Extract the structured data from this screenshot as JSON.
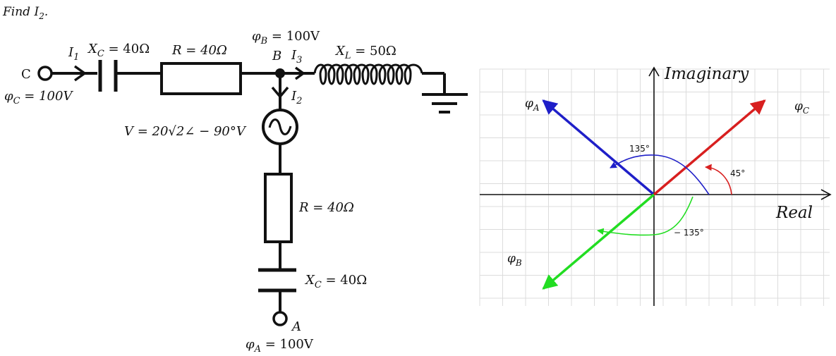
{
  "problem": {
    "find_label_pre": "Find I",
    "find_label_sub": "2",
    "find_label_post": "."
  },
  "circuit": {
    "node_c": {
      "letter": "C",
      "potential_sym": "φ",
      "potential_sub": "C",
      "potential_val": " = 100V"
    },
    "node_b": {
      "letter": "B",
      "potential_sym": "φ",
      "potential_sub": "B",
      "potential_val": " = 100V"
    },
    "node_a": {
      "letter": "A",
      "potential_sym": "φ",
      "potential_sub": "A",
      "potential_val": " = 100V"
    },
    "currents": [
      {
        "sym": "I",
        "sub": "1"
      },
      {
        "sym": "I",
        "sub": "2"
      },
      {
        "sym": "I",
        "sub": "3"
      }
    ],
    "capacitor_top": {
      "sym": "X",
      "sub": "C",
      "val": " = 40Ω"
    },
    "resistor_top": {
      "label": "R = 40Ω"
    },
    "inductor": {
      "sym": "X",
      "sub": "L",
      "val": " = 50Ω"
    },
    "source": {
      "label": "V = 20√2∠ − 90°V"
    },
    "resistor_vertical": {
      "label": "R = 40Ω"
    },
    "capacitor_vertical": {
      "sym": "X",
      "sub": "C",
      "val": " = 40Ω"
    }
  },
  "phasor_diagram": {
    "x_axis_label": "Real",
    "y_axis_label": "Imaginary",
    "phasors": [
      {
        "sym": "φ",
        "sub": "A",
        "angle_deg": 135,
        "color": "#1f1fc8",
        "angle_label": "135°"
      },
      {
        "sym": "φ",
        "sub": "C",
        "angle_deg": 45,
        "color": "#d81f1f",
        "angle_label": "45°"
      },
      {
        "sym": "φ",
        "sub": "B",
        "angle_deg": -135,
        "color": "#22dd22",
        "angle_label": "− 135°"
      }
    ],
    "grid": true
  }
}
